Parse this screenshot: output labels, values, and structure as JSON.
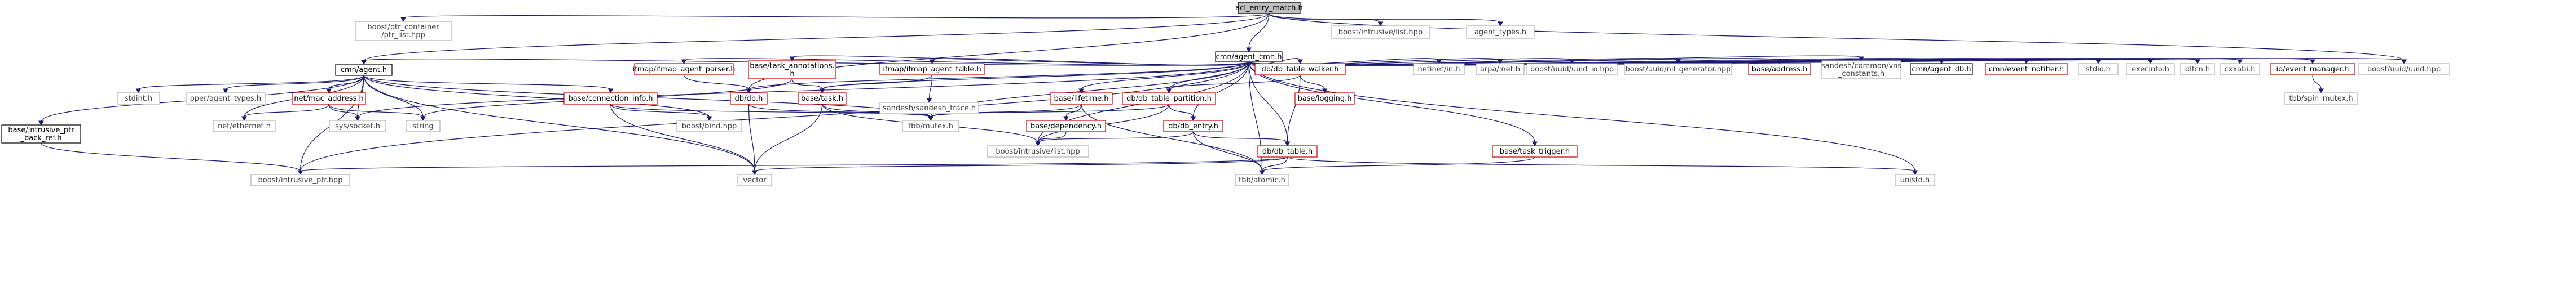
{
  "graph_title": "acl_entry_match.h",
  "colors": {
    "edge": "#191970",
    "root_fill": "#bfbfbf",
    "node_black": "#000000",
    "node_red": "#cc0000",
    "node_gray": "#b0b0b0",
    "text_dark": "#000000",
    "text_gray": "#404040"
  },
  "nodes": [
    {
      "id": "acl_entry_match",
      "lines": [
        "acl_entry_match.h"
      ],
      "style": "root"
    },
    {
      "id": "ptr_list",
      "lines": [
        "boost/ptr_container",
        "/ptr_list.hpp"
      ],
      "style": "gray"
    },
    {
      "id": "cmn_agent_cmn",
      "lines": [
        "cmn/agent_cmn.h"
      ],
      "style": "black"
    },
    {
      "id": "intrusive_list",
      "lines": [
        "boost/intrusive/list.hpp"
      ],
      "style": "gray"
    },
    {
      "id": "agent_types",
      "lines": [
        "agent_types.h"
      ],
      "style": "gray"
    },
    {
      "id": "cmn_agent",
      "lines": [
        "cmn/agent.h"
      ],
      "style": "black"
    },
    {
      "id": "ifmap_agent_parser",
      "lines": [
        "ifmap/ifmap_agent_parser.h"
      ],
      "style": "red"
    },
    {
      "id": "base_task_annotations",
      "lines": [
        "base/task_annotations.",
        "h"
      ],
      "style": "red"
    },
    {
      "id": "ifmap_agent_table",
      "lines": [
        "ifmap/ifmap_agent_table.h"
      ],
      "style": "red"
    },
    {
      "id": "db_table_walker",
      "lines": [
        "db/db_table_walker.h"
      ],
      "style": "red"
    },
    {
      "id": "netinet_in",
      "lines": [
        "netinet/in.h"
      ],
      "style": "gray"
    },
    {
      "id": "arpa_inet",
      "lines": [
        "arpa/inet.h"
      ],
      "style": "gray"
    },
    {
      "id": "uuid_io",
      "lines": [
        "boost/uuid/uuid_io.hpp"
      ],
      "style": "gray"
    },
    {
      "id": "nil_generator",
      "lines": [
        "boost/uuid/nil_generator.hpp"
      ],
      "style": "gray"
    },
    {
      "id": "base_address",
      "lines": [
        "base/address.h"
      ],
      "style": "red"
    },
    {
      "id": "sandesh_vns_constants",
      "lines": [
        "sandesh/common/vns",
        "_constants.h"
      ],
      "style": "gray"
    },
    {
      "id": "cmn_agent_db",
      "lines": [
        "cmn/agent_db.h"
      ],
      "style": "black"
    },
    {
      "id": "cmn_event_notifier",
      "lines": [
        "cmn/event_notifier.h"
      ],
      "style": "red"
    },
    {
      "id": "stdio",
      "lines": [
        "stdio.h"
      ],
      "style": "gray"
    },
    {
      "id": "execinfo",
      "lines": [
        "execinfo.h"
      ],
      "style": "gray"
    },
    {
      "id": "dlfcn",
      "lines": [
        "dlfcn.h"
      ],
      "style": "gray"
    },
    {
      "id": "cxxabi",
      "lines": [
        "cxxabi.h"
      ],
      "style": "gray"
    },
    {
      "id": "io_event_manager",
      "lines": [
        "io/event_manager.h"
      ],
      "style": "red"
    },
    {
      "id": "uuid_hpp",
      "lines": [
        "boost/uuid/uuid.hpp"
      ],
      "style": "gray"
    },
    {
      "id": "stdint",
      "lines": [
        "stdint.h"
      ],
      "style": "gray"
    },
    {
      "id": "oper_agent_types",
      "lines": [
        "oper/agent_types.h"
      ],
      "style": "gray"
    },
    {
      "id": "net_mac_address",
      "lines": [
        "net/mac_address.h"
      ],
      "style": "red"
    },
    {
      "id": "base_connection_info",
      "lines": [
        "base/connection_info.h"
      ],
      "style": "red"
    },
    {
      "id": "db_db",
      "lines": [
        "db/db.h"
      ],
      "style": "red"
    },
    {
      "id": "base_task",
      "lines": [
        "base/task.h"
      ],
      "style": "red"
    },
    {
      "id": "sandesh_trace",
      "lines": [
        "sandesh/sandesh_trace.h"
      ],
      "style": "gray"
    },
    {
      "id": "base_lifetime",
      "lines": [
        "base/lifetime.h"
      ],
      "style": "red"
    },
    {
      "id": "db_table_partition",
      "lines": [
        "db/db_table_partition.h"
      ],
      "style": "red"
    },
    {
      "id": "base_logging",
      "lines": [
        "base/logging.h"
      ],
      "style": "red"
    },
    {
      "id": "tbb_spin_mutex",
      "lines": [
        "tbb/spin_mutex.h"
      ],
      "style": "gray"
    },
    {
      "id": "base_intrusive_ptr_back_ref",
      "lines": [
        "base/intrusive_ptr",
        "_back_ref.h"
      ],
      "style": "black"
    },
    {
      "id": "net_ethernet",
      "lines": [
        "net/ethernet.h"
      ],
      "style": "gray"
    },
    {
      "id": "sys_socket",
      "lines": [
        "sys/socket.h"
      ],
      "style": "gray"
    },
    {
      "id": "string",
      "lines": [
        "string"
      ],
      "style": "gray"
    },
    {
      "id": "boost_bind",
      "lines": [
        "boost/bind.hpp"
      ],
      "style": "gray"
    },
    {
      "id": "tbb_mutex",
      "lines": [
        "tbb/mutex.h"
      ],
      "style": "gray"
    },
    {
      "id": "base_dependency",
      "lines": [
        "base/dependency.h"
      ],
      "style": "red"
    },
    {
      "id": "db_db_entry",
      "lines": [
        "db/db_entry.h"
      ],
      "style": "red"
    },
    {
      "id": "intrusive_list_hpp",
      "lines": [
        "boost/intrusive/list.hpp"
      ],
      "style": "gray"
    },
    {
      "id": "db_db_table",
      "lines": [
        "db/db_table.h"
      ],
      "style": "red"
    },
    {
      "id": "base_task_trigger",
      "lines": [
        "base/task_trigger.h"
      ],
      "style": "red"
    },
    {
      "id": "intrusive_ptr",
      "lines": [
        "boost/intrusive_ptr.hpp"
      ],
      "style": "gray"
    },
    {
      "id": "vector",
      "lines": [
        "vector"
      ],
      "style": "gray"
    },
    {
      "id": "tbb_atomic",
      "lines": [
        "tbb/atomic.h"
      ],
      "style": "gray"
    },
    {
      "id": "unistd",
      "lines": [
        "unistd.h"
      ],
      "style": "gray"
    }
  ],
  "edges": [
    [
      "acl_entry_match",
      "ptr_list"
    ],
    [
      "acl_entry_match",
      "cmn_agent_cmn"
    ],
    [
      "acl_entry_match",
      "intrusive_list"
    ],
    [
      "acl_entry_match",
      "agent_types"
    ],
    [
      "acl_entry_match",
      "cmn_agent"
    ],
    [
      "acl_entry_match",
      "db_db"
    ],
    [
      "acl_entry_match",
      "uuid_hpp"
    ],
    [
      "cmn_agent_cmn",
      "cmn_agent"
    ],
    [
      "cmn_agent_cmn",
      "ifmap_agent_parser"
    ],
    [
      "cmn_agent_cmn",
      "base_task_annotations"
    ],
    [
      "cmn_agent_cmn",
      "ifmap_agent_table"
    ],
    [
      "cmn_agent_cmn",
      "db_table_walker"
    ],
    [
      "cmn_agent_cmn",
      "netinet_in"
    ],
    [
      "cmn_agent_cmn",
      "arpa_inet"
    ],
    [
      "cmn_agent_cmn",
      "uuid_io"
    ],
    [
      "cmn_agent_cmn",
      "nil_generator"
    ],
    [
      "cmn_agent_cmn",
      "base_address"
    ],
    [
      "cmn_agent_cmn",
      "sandesh_vns_constants"
    ],
    [
      "cmn_agent_cmn",
      "cmn_agent_db"
    ],
    [
      "cmn_agent_cmn",
      "cmn_event_notifier"
    ],
    [
      "cmn_agent_cmn",
      "stdio"
    ],
    [
      "cmn_agent_cmn",
      "execinfo"
    ],
    [
      "cmn_agent_cmn",
      "dlfcn"
    ],
    [
      "cmn_agent_cmn",
      "cxxabi"
    ],
    [
      "cmn_agent_cmn",
      "io_event_manager"
    ],
    [
      "cmn_agent_cmn",
      "uuid_hpp"
    ],
    [
      "cmn_agent_cmn",
      "base_lifetime"
    ],
    [
      "cmn_agent_cmn",
      "db_table_partition"
    ],
    [
      "cmn_agent_cmn",
      "db_db"
    ],
    [
      "cmn_agent_cmn",
      "base_task"
    ],
    [
      "cmn_agent_cmn",
      "db_db_entry"
    ],
    [
      "cmn_agent_cmn",
      "db_db_table"
    ],
    [
      "cmn_agent_cmn",
      "base_task_trigger"
    ],
    [
      "cmn_agent_cmn",
      "tbb_atomic"
    ],
    [
      "cmn_agent_cmn",
      "unistd"
    ],
    [
      "cmn_agent_cmn",
      "sys_socket"
    ],
    [
      "cmn_agent_cmn",
      "intrusive_ptr"
    ],
    [
      "cmn_agent_cmn",
      "tbb_mutex"
    ],
    [
      "cmn_agent_cmn",
      "intrusive_list_hpp"
    ],
    [
      "cmn_agent",
      "stdint"
    ],
    [
      "cmn_agent",
      "oper_agent_types"
    ],
    [
      "cmn_agent",
      "net_mac_address"
    ],
    [
      "cmn_agent",
      "base_connection_info"
    ],
    [
      "cmn_agent",
      "string"
    ],
    [
      "cmn_agent",
      "net_ethernet"
    ],
    [
      "cmn_agent",
      "base_intrusive_ptr_back_ref"
    ],
    [
      "cmn_agent",
      "intrusive_ptr"
    ],
    [
      "cmn_agent",
      "vector"
    ],
    [
      "cmn_agent",
      "tbb_mutex"
    ],
    [
      "cmn_agent",
      "sys_socket"
    ],
    [
      "cmn_agent",
      "boost_bind"
    ],
    [
      "net_mac_address",
      "net_ethernet"
    ],
    [
      "net_mac_address",
      "sys_socket"
    ],
    [
      "net_mac_address",
      "string"
    ],
    [
      "base_connection_info",
      "boost_bind"
    ],
    [
      "base_connection_info",
      "vector"
    ],
    [
      "base_connection_info",
      "tbb_mutex"
    ],
    [
      "ifmap_agent_parser",
      "db_db"
    ],
    [
      "base_task_annotations",
      "base_task"
    ],
    [
      "base_task_annotations",
      "string"
    ],
    [
      "ifmap_agent_table",
      "base_task"
    ],
    [
      "ifmap_agent_table",
      "sandesh_trace"
    ],
    [
      "db_db",
      "vector"
    ],
    [
      "db_db",
      "tbb_mutex"
    ],
    [
      "base_task",
      "tbb_mutex"
    ],
    [
      "base_task",
      "vector"
    ],
    [
      "base_task",
      "intrusive_list_hpp"
    ],
    [
      "db_table_walker",
      "db_table_partition"
    ],
    [
      "db_table_walker",
      "base_logging"
    ],
    [
      "db_table_walker",
      "db_db_table"
    ],
    [
      "base_lifetime",
      "base_dependency"
    ],
    [
      "base_lifetime",
      "tbb_mutex"
    ],
    [
      "base_lifetime",
      "tbb_atomic"
    ],
    [
      "db_table_partition",
      "db_db_entry"
    ],
    [
      "db_table_partition",
      "tbb_mutex"
    ],
    [
      "db_table_partition",
      "intrusive_list_hpp"
    ],
    [
      "base_dependency",
      "intrusive_list_hpp"
    ],
    [
      "db_db_entry",
      "db_db_table"
    ],
    [
      "db_db_entry",
      "tbb_atomic"
    ],
    [
      "db_db_entry",
      "intrusive_list_hpp"
    ],
    [
      "db_db_table",
      "intrusive_ptr"
    ],
    [
      "db_db_table",
      "vector"
    ],
    [
      "db_db_table",
      "tbb_atomic"
    ],
    [
      "db_db_table",
      "unistd"
    ],
    [
      "base_task_trigger",
      "tbb_atomic"
    ],
    [
      "base_intrusive_ptr_back_ref",
      "intrusive_ptr"
    ],
    [
      "io_event_manager",
      "tbb_spin_mutex"
    ]
  ]
}
